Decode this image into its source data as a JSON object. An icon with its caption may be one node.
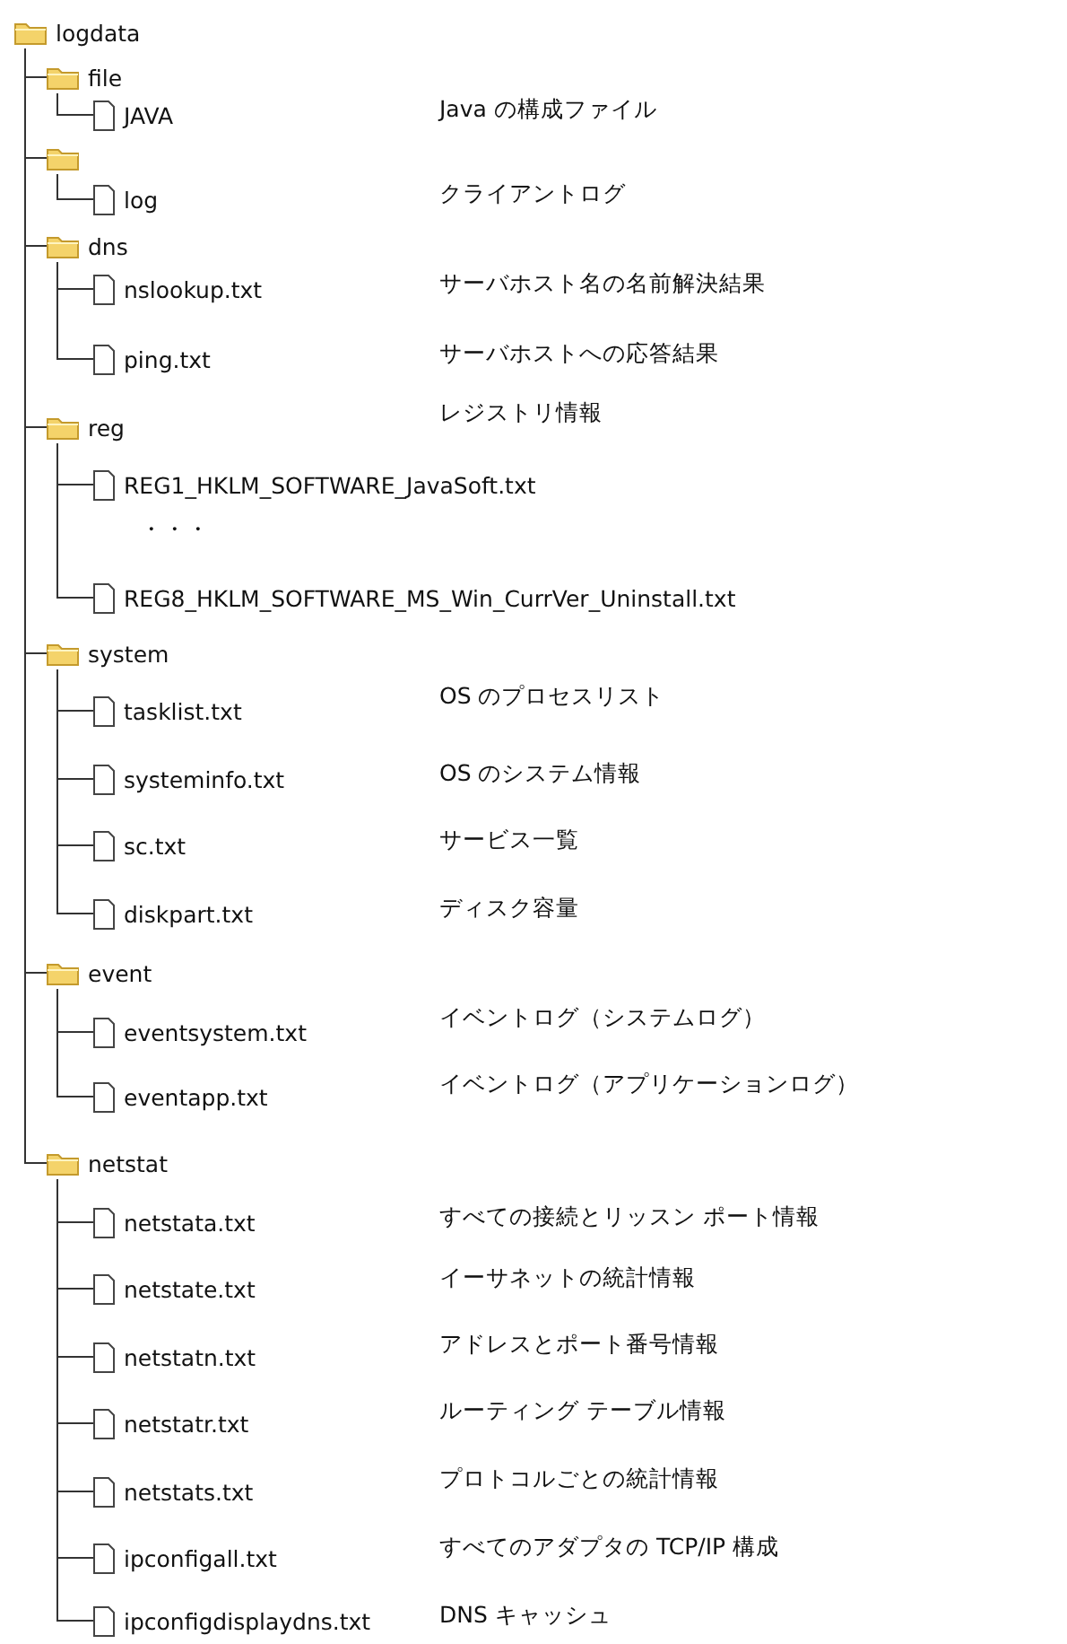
{
  "diagram": {
    "nodes": [
      {
        "text": [
          "logdata"
        ]
      },
      {
        "text": [
          "file"
        ]
      },
      {
        "text": [
          "JAVA"
        ]
      },
      {
        "text": [],
        "shape": "folder"
      },
      {
        "text": [
          "log"
        ]
      },
      {
        "text": [
          "dns"
        ]
      },
      {
        "text": [
          "nslookup.txt"
        ]
      },
      {
        "text": [
          "ping.txt"
        ]
      },
      {
        "text": [
          "reg"
        ]
      },
      {
        "text": [
          "REG1_HKLM_SOFTWARE_JavaSoft.txt"
        ]
      },
      {
        "text": [
          "REG8_HKLM_SOFTWARE_MS_Win_CurrVer_Uninstall.txt"
        ]
      },
      {
        "text": [
          "system"
        ]
      },
      {
        "text": [
          "tasklist.txt"
        ]
      },
      {
        "text": [
          "systeminfo.txt"
        ]
      },
      {
        "text": [
          "sc.txt"
        ]
      },
      {
        "text": [
          "diskpart.txt"
        ]
      },
      {
        "text": [
          "event"
        ]
      },
      {
        "text": [
          "eventsystem.txt"
        ]
      },
      {
        "text": [
          "eventapp.txt"
        ]
      },
      {
        "text": [
          "netstat"
        ]
      },
      {
        "text": [
          "netstata.txt"
        ]
      },
      {
        "text": [
          "netstate.txt"
        ]
      },
      {
        "text": [
          "netstatn.txt"
        ]
      },
      {
        "text": [
          "netstatr.txt"
        ]
      },
      {
        "text": [
          "netstats.txt"
        ]
      },
      {
        "text": [
          "ipconfigall.txt"
        ]
      },
      {
        "text": [
          "ipconfigdisplaydns.txt"
        ]
      }
    ],
    "edges": [
      {
        "from": 0,
        "to": 1,
        "arrow": "none"
      },
      {
        "from": 1,
        "to": 2,
        "arrow": "none"
      },
      {
        "from": 0,
        "to": 3,
        "arrow": "none"
      },
      {
        "from": 3,
        "to": 4,
        "arrow": "none"
      },
      {
        "from": 0,
        "to": 5,
        "arrow": "none"
      },
      {
        "from": 5,
        "to": 6,
        "arrow": "none"
      },
      {
        "from": 5,
        "to": 7,
        "arrow": "none"
      },
      {
        "from": 0,
        "to": 8,
        "arrow": "none"
      },
      {
        "from": 8,
        "to": 9,
        "arrow": "none"
      },
      {
        "from": 8,
        "to": 10,
        "arrow": "none"
      },
      {
        "from": 0,
        "to": 11,
        "arrow": "none"
      },
      {
        "from": 11,
        "to": 12,
        "arrow": "none"
      },
      {
        "from": 11,
        "to": 13,
        "arrow": "none"
      },
      {
        "from": 11,
        "to": 14,
        "arrow": "none"
      },
      {
        "from": 11,
        "to": 15,
        "arrow": "none"
      },
      {
        "from": 0,
        "to": 16,
        "arrow": "none"
      },
      {
        "from": 16,
        "to": 17,
        "arrow": "none"
      },
      {
        "from": 16,
        "to": 18,
        "arrow": "none"
      },
      {
        "from": 0,
        "to": 19,
        "arrow": "none"
      },
      {
        "from": 19,
        "to": 20,
        "arrow": "none"
      },
      {
        "from": 19,
        "to": 21,
        "arrow": "none"
      },
      {
        "from": 19,
        "to": 22,
        "arrow": "none"
      },
      {
        "from": 19,
        "to": 23,
        "arrow": "none"
      },
      {
        "from": 19,
        "to": 24,
        "arrow": "none"
      },
      {
        "from": 19,
        "to": 25,
        "arrow": "none"
      },
      {
        "from": 19,
        "to": 26,
        "arrow": "none"
      }
    ],
    "labels": [
      "Java の構成ファイル",
      "クライアントログ",
      "サーバホスト名の名前解決結果",
      "サーバホストへの応答結果",
      "レジストリ情報",
      "・・・",
      "OS のプロセスリスト",
      "OS のシステム情報",
      "サービス一覧",
      "ディスク容量",
      "イベントログ（システムログ）",
      "イベントログ（アプリケーションログ）",
      "すべての接続とリッスン ポート情報",
      "イーサネットの統計情報",
      "アドレスとポート番号情報",
      "ルーティング テーブル情報",
      "プロトコルごとの統計情報",
      "すべてのアダプタの TCP/IP 構成",
      "DNS キャッシュ"
    ]
  }
}
